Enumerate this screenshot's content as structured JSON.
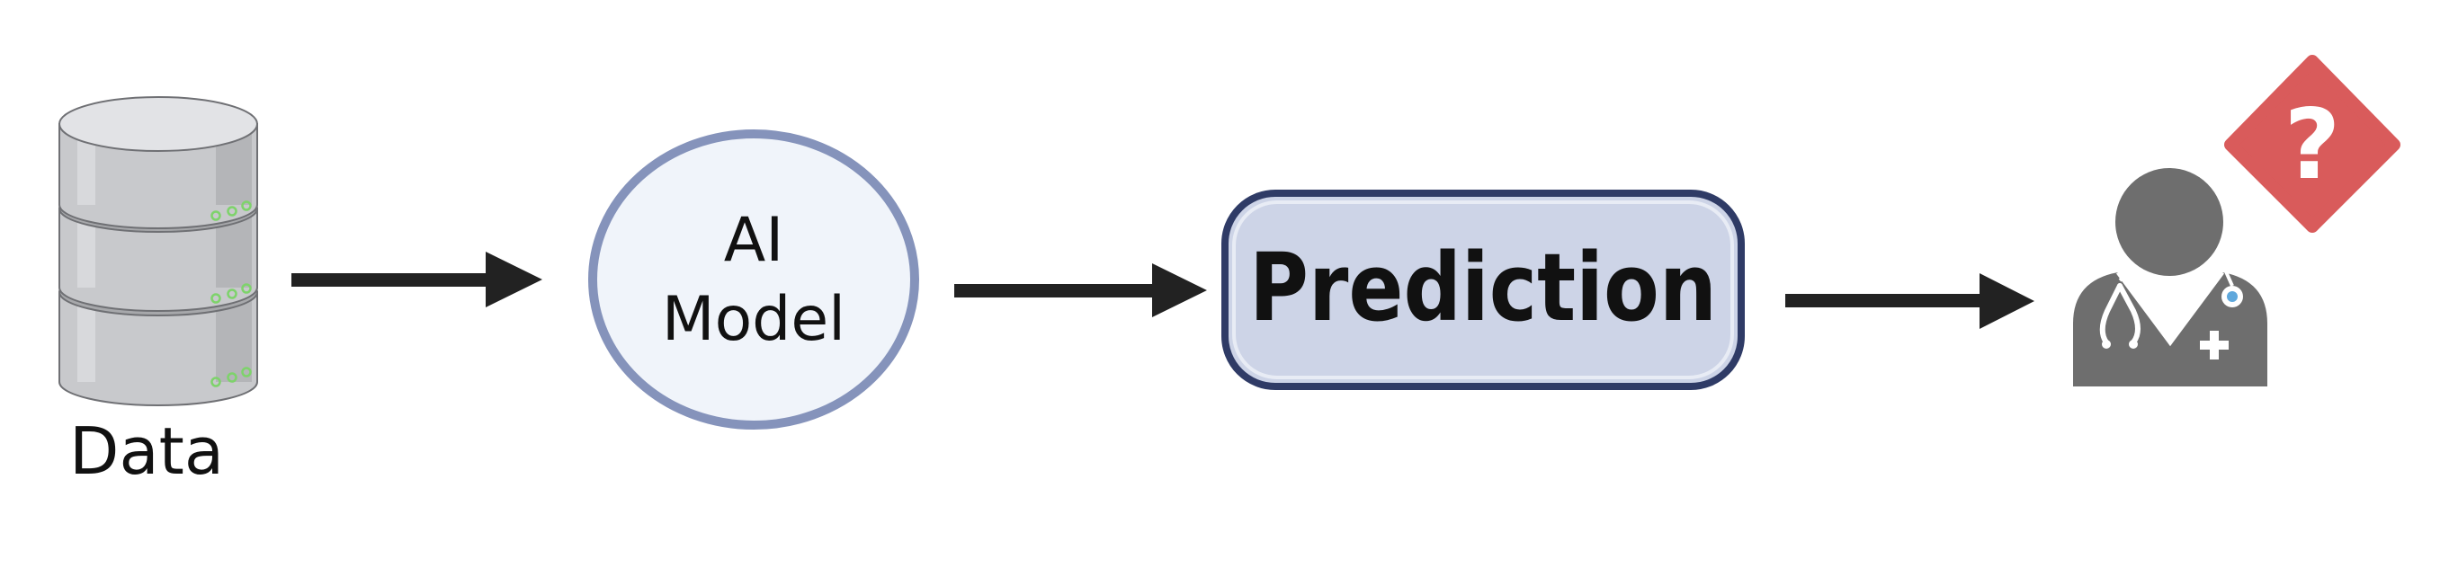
{
  "diagram": {
    "nodes": {
      "data": {
        "label": "Data"
      },
      "model": {
        "line1": "AI",
        "line2": "Model"
      },
      "prediction": {
        "label": "Prediction"
      },
      "doctor": {
        "badge": "?"
      }
    },
    "colors": {
      "arrow": "#222222",
      "db_body": "#c8c9cc",
      "db_top": "#e2e3e6",
      "db_outline": "#6f7074",
      "db_led": "#7ed36b",
      "model_fill": "#f0f4fa",
      "model_stroke": "#8593bb",
      "prediction_fill": "#cdd4e7",
      "prediction_stroke": "#2f3b66",
      "doctor": "#6e6e6e",
      "badge": "#d95b5b",
      "stethoscope_dot": "#5fa8dc"
    }
  }
}
